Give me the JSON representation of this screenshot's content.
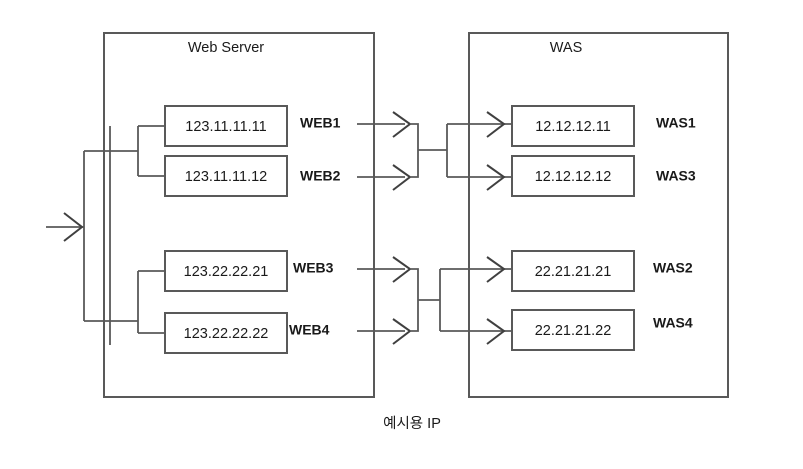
{
  "diagram": {
    "caption": "예시용 IP",
    "panels": [
      {
        "id": "web-server",
        "title": "Web Server"
      },
      {
        "id": "was",
        "title": "WAS"
      }
    ],
    "web_nodes": [
      {
        "ip": "123.11.11.11",
        "tag": "WEB1"
      },
      {
        "ip": "123.11.11.12",
        "tag": "WEB2"
      },
      {
        "ip": "123.22.22.21",
        "tag": "WEB3"
      },
      {
        "ip": "123.22.22.22",
        "tag": "WEB4"
      }
    ],
    "was_nodes": [
      {
        "ip": "12.12.12.11",
        "tag": "WAS1"
      },
      {
        "ip": "12.12.12.12",
        "tag": "WAS3"
      },
      {
        "ip": "22.21.21.21",
        "tag": "WAS2"
      },
      {
        "ip": "22.21.21.22",
        "tag": "WAS4"
      }
    ],
    "colors": {
      "stroke": "#595959",
      "arrow": "#404040",
      "text": "#1a1a1a",
      "background": "#ffffff"
    }
  }
}
